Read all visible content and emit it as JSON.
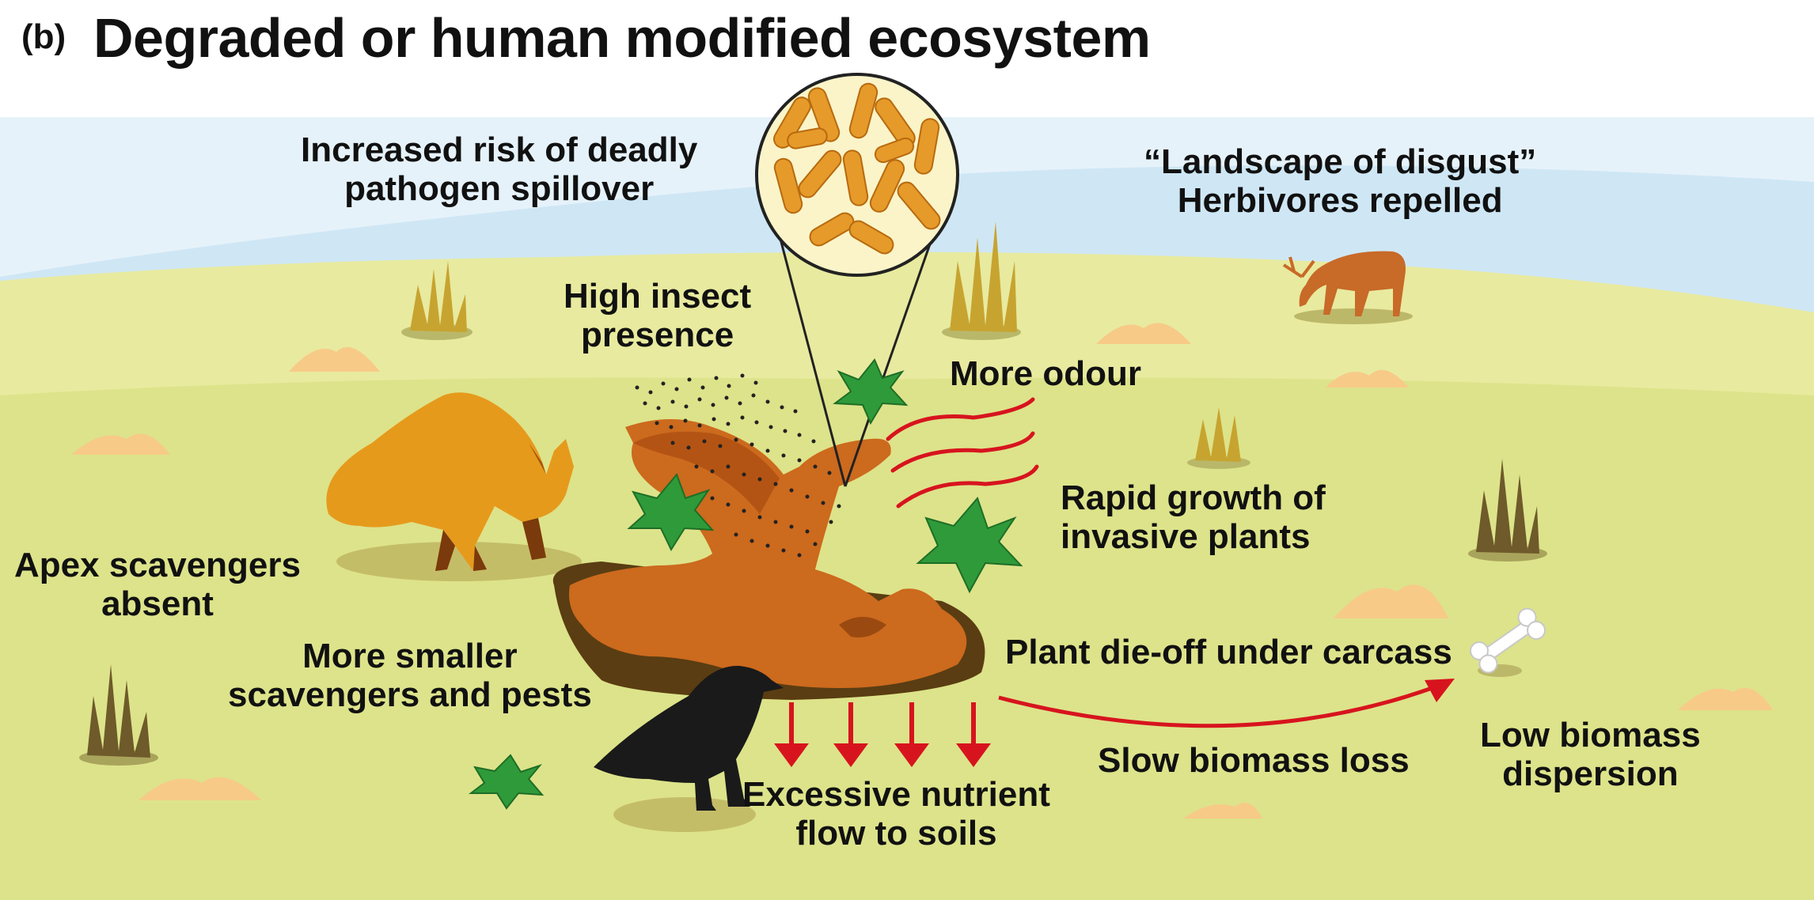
{
  "header": {
    "panel_letter": "(b)",
    "title": "Degraded or human modified ecosystem"
  },
  "labels": {
    "pathogen": [
      "Increased risk of deadly",
      "pathogen spillover"
    ],
    "disgust": [
      "“Landscape of disgust”",
      "Herbivores repelled"
    ],
    "insects": [
      "High insect",
      "presence"
    ],
    "odour": "More odour",
    "invasive": [
      "Rapid growth of",
      "invasive plants"
    ],
    "apex": [
      "Apex scavengers",
      "absent"
    ],
    "smaller": [
      "More smaller",
      "scavengers and pests"
    ],
    "dieoff": "Plant die-off under carcass",
    "nutrient": [
      "Excessive nutrient",
      "flow to soils"
    ],
    "biomass_loss": "Slow biomass loss",
    "dispersion": [
      "Low biomass",
      "dispersion"
    ]
  },
  "colors": {
    "sky": "#cde6f4",
    "ground": "#dfe38d",
    "carcass": "#c8661c",
    "carcass_dark": "#5a3d12",
    "fox": "#e69a1c",
    "arrow_red": "#d7141e",
    "insect": "#222222",
    "bacteria": "#e59a2a",
    "grass_yellow": "#c4a22a",
    "grass_brown": "#6e5a2a",
    "sand": "#f5c98a",
    "plant_green": "#3a9a3a"
  },
  "icons": [
    "bacteria-magnifier-icon",
    "fox-icon",
    "crow-icon",
    "deer-icon",
    "bone-icon",
    "carcass-icon",
    "plant-icon",
    "grass-tuft-icon",
    "sand-mound-icon",
    "odour-lines-icon",
    "nutrient-arrow-icon"
  ]
}
